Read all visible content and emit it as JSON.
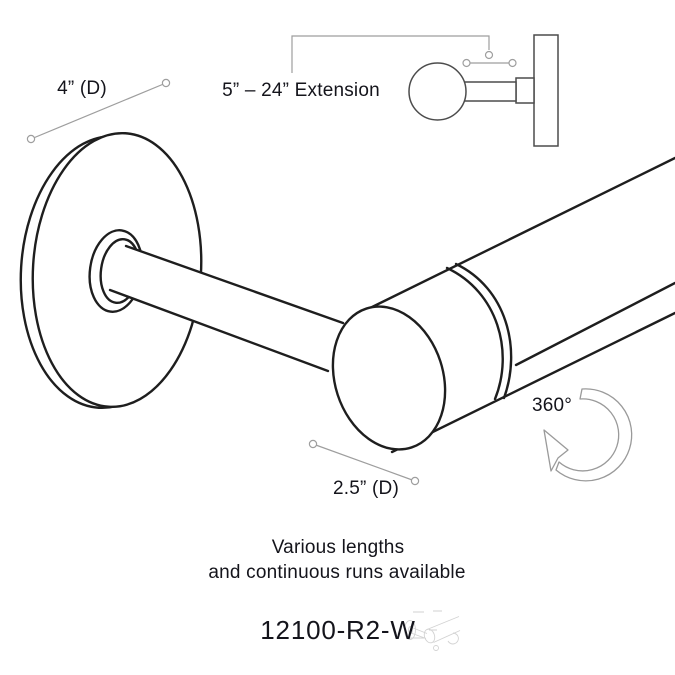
{
  "diagram": {
    "kind": "wall-mounted bar technical drawing",
    "colors": {
      "background": "#ffffff",
      "drawing_line": "#1e1e1e",
      "side_view_line": "#4c4c4c",
      "leader_line": "#9e9e9e",
      "text": "#14141b"
    },
    "annotations": {
      "flange_diameter": "4” (D)",
      "extension_range": "5” – 24” Extension",
      "bar_diameter": "2.5” (D)",
      "rotation": "360°"
    },
    "notes": {
      "line1": "Various lengths",
      "line2": "and continuous runs available"
    },
    "product_code": "12100-R2-W"
  }
}
